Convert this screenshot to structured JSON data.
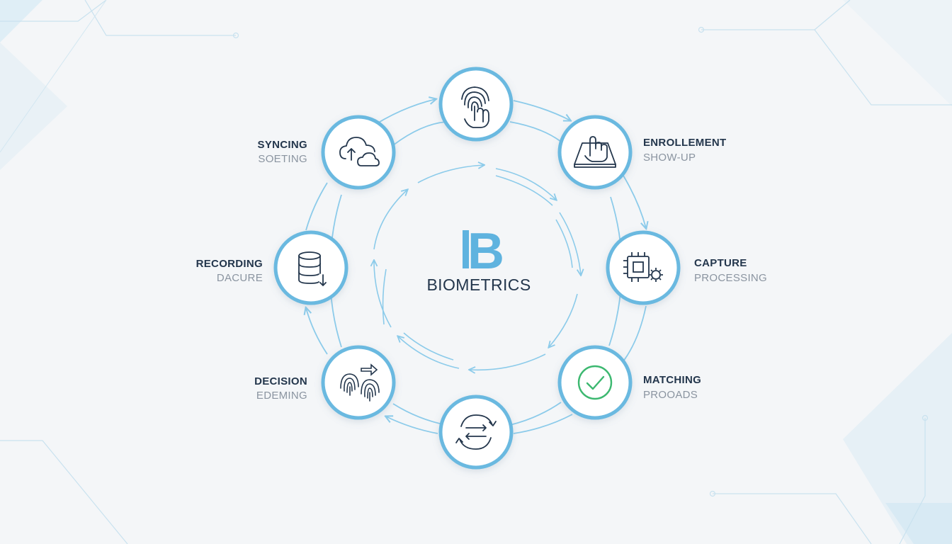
{
  "center": {
    "logo_letter": "B",
    "title": "BIOMETRICS"
  },
  "nodes": [
    {
      "id": "top",
      "icon": "fingerprint-touch-icon",
      "title": "",
      "sub": ""
    },
    {
      "id": "enrollment",
      "icon": "hand-scanner-icon",
      "title": "ENROLLEMENT",
      "sub": "SHOW-UP"
    },
    {
      "id": "capture",
      "icon": "chip-gear-icon",
      "title": "CAPTURE",
      "sub": "PROCESSING"
    },
    {
      "id": "matching",
      "icon": "check-circle-icon",
      "title": "MATCHING",
      "sub": "PROOADS"
    },
    {
      "id": "bottom",
      "icon": "sync-arrows-icon",
      "title": "",
      "sub": ""
    },
    {
      "id": "decision",
      "icon": "fingerprints-arrow-icon",
      "title": "DECISION",
      "sub": "EDEMING"
    },
    {
      "id": "recording",
      "icon": "database-icon",
      "title": "RECORDING",
      "sub": "DACURE"
    },
    {
      "id": "syncing",
      "icon": "cloud-upload-icon",
      "title": "SYNCING",
      "sub": "SOETING"
    }
  ],
  "colors": {
    "accent": "#5fb3df",
    "ring": "#8ccbea",
    "dark": "#23364c",
    "muted": "#8a94a0",
    "check": "#3cb870"
  }
}
